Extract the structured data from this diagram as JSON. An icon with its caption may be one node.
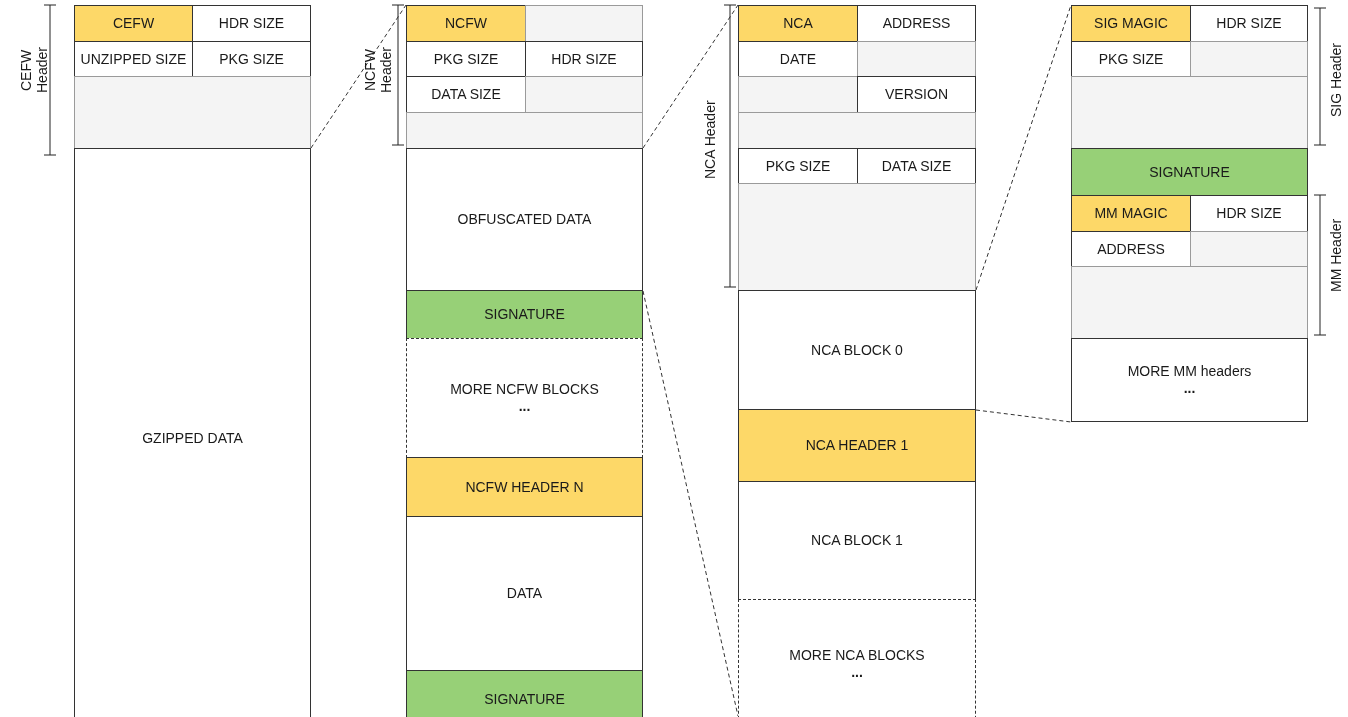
{
  "diagram": {
    "nodes": [
      {
        "text": [
          "CEFW"
        ]
      },
      {
        "text": [
          "HDR SIZE"
        ]
      },
      {
        "text": [
          "UNZIPPED SIZE"
        ]
      },
      {
        "text": [
          "PKG SIZE"
        ]
      },
      {
        "text": [],
        "shape": "box"
      },
      {
        "text": [
          "GZIPPED DATA"
        ]
      },
      {
        "text": [
          "NCFW"
        ]
      },
      {
        "text": [],
        "shape": "box"
      },
      {
        "text": [
          "PKG SIZE"
        ]
      },
      {
        "text": [
          "HDR SIZE"
        ]
      },
      {
        "text": [
          "DATA SIZE"
        ]
      },
      {
        "text": [],
        "shape": "box"
      },
      {
        "text": [],
        "shape": "box"
      },
      {
        "text": [
          "OBFUSCATED DATA"
        ]
      },
      {
        "text": [
          "SIGNATURE"
        ]
      },
      {
        "text": [
          "MORE NCFW BLOCKS",
          "..."
        ]
      },
      {
        "text": [
          "NCFW HEADER N"
        ]
      },
      {
        "text": [
          "DATA"
        ]
      },
      {
        "text": [
          "SIGNATURE"
        ]
      },
      {
        "text": [
          "NCA"
        ]
      },
      {
        "text": [
          "ADDRESS"
        ]
      },
      {
        "text": [
          "DATE"
        ]
      },
      {
        "text": [],
        "shape": "box"
      },
      {
        "text": [],
        "shape": "box"
      },
      {
        "text": [
          "VERSION"
        ]
      },
      {
        "text": [],
        "shape": "box"
      },
      {
        "text": [
          "PKG SIZE"
        ]
      },
      {
        "text": [
          "DATA SIZE"
        ]
      },
      {
        "text": [],
        "shape": "box"
      },
      {
        "text": [
          "NCA BLOCK 0"
        ]
      },
      {
        "text": [
          "NCA HEADER 1"
        ]
      },
      {
        "text": [
          "NCA BLOCK 1"
        ]
      },
      {
        "text": [
          "MORE NCA BLOCKS",
          "..."
        ]
      },
      {
        "text": [
          "SIG MAGIC"
        ]
      },
      {
        "text": [
          "HDR SIZE"
        ]
      },
      {
        "text": [
          "PKG SIZE"
        ]
      },
      {
        "text": [],
        "shape": "box"
      },
      {
        "text": [],
        "shape": "box"
      },
      {
        "text": [
          "SIGNATURE"
        ]
      },
      {
        "text": [
          "MM MAGIC"
        ]
      },
      {
        "text": [
          "HDR SIZE"
        ]
      },
      {
        "text": [
          "ADDRESS"
        ]
      },
      {
        "text": [],
        "shape": "box"
      },
      {
        "text": [],
        "shape": "box"
      },
      {
        "text": [
          "MORE MM headers",
          "..."
        ]
      }
    ],
    "edges": [
      {
        "from": 5,
        "to": 6,
        "arrow": "none",
        "style": "dashed"
      },
      {
        "from": 13,
        "to": 19,
        "arrow": "none",
        "style": "dashed"
      },
      {
        "from": 13,
        "to": 32,
        "arrow": "none",
        "style": "dashed"
      },
      {
        "from": 29,
        "to": 33,
        "arrow": "none",
        "style": "dashed"
      },
      {
        "from": 29,
        "to": 44,
        "arrow": "none",
        "style": "dashed"
      }
    ],
    "labels": [
      "CEFW Header",
      "NCFW Header",
      "NCA Header",
      "SIG Header",
      "MM Header"
    ]
  }
}
